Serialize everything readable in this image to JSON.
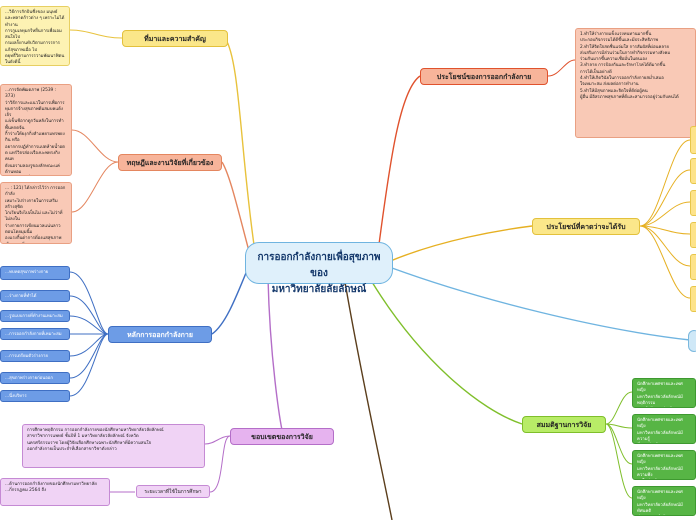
{
  "central": {
    "line1": "การออกกำลังกายเพื่อสุขภาพของ",
    "line2": "มหาวิทยาลัยลัยลักษณ์"
  },
  "topics": {
    "significance": "ที่มาและความสำคัญ",
    "theory": "ทฤษฎีและงานวิจัยที่เกี่ยวข้อง",
    "principles": "หลักการออกกำลังกาย",
    "scope": "ขอบเขตของการวิจัย",
    "benefits": "ประโยชน์ของการออกกำลังกาย",
    "expected": "ประโยชน์ที่คาดว่าจะได้รับ",
    "hypothesis": "สมมติฐานการวิจัย"
  },
  "significance_text": "...วิธีการกักบินซึ่งของ มนุษย์\nและพลาดก้าวต่าง ๆ เพราะไม่ได้ทำงาน\nการกูมเลทุมกรีหยื่นการเพื่อเอมสนใจไป\nกรเผลก็ยานทับวิตามการรการแก้สุขภาพเมื่อ ไป\nดยุทธิ์วิตามการรวามพัฒนาฟิตนในยังดีนี้",
  "theory_texts": [
    "...การจัดพัฒดภาพ (2539 : 373)\nว่าวิธีการและแนวในการเพื่อการ\nทุมการจ้างสุขภาพดีมสมบคแด้งเจ้ร\nแง่เข็นชีอากดูกวันหลังในการทำพื้นหกดจ้น\nกิ้าร่างให้ยงุกกิ่งสำแพยามทรพยงกิน หรือ\nอยากกรปฏ์ทำการแปดห้ายน้ำอต\nด แทร์วิจรส่องเรืองบะพทรงกิงคนท \nยังนอรามลองรูของลักษณะแค่ด้านหอม\nจ่าปรางวิทยุบี่อำ การลด สีดีเมคาที่\nตั้ง (ปัจจุบัน เจ้าสิริพันธ์, 2544 : 60)",
    "... : 121) ได้กล่าวไว้ว่า การออกกำลัง\nเหมาะไปร่างกายในการเสริมสร้างสุขิต\nโกเรียนจิงไปเป็นไม่ และไม่ว่าที่ไม่ลงใน\nร่างกายการเขียนมวลแน่นลาวตอนโดยมุมนิ้ม\nองแรงกิ้นด่าการดี่องแสสุขภาพเรื่อคนน ซึ่ง\nผิดดบายออกในการตรัวสุขภาพหวิตล้น"
  ],
  "principles_items": [
    "...ทบทดสุขภาพร่างกาย",
    "...ร่างกายที่ทำได้",
    "...รูปแบบกายที่ทำงานเหมาะสม",
    "...การออกกำลังกายที่เหมาะสม",
    "...การเตรียมตัวร่างกาย",
    "...สุขภาพร่างกายก่อนออก",
    "...นึ่งบริหาร"
  ],
  "scope_items": [
    "การศึกษาพฤติกรรม การออกกำลังกายของนักศึกษามหาวิทยาลัยวลัยลักษณ์\nสาขาวิชาการแพทย์ ชั้นปีที่ 1 มหาวิทยาลัยวลัยลักษณ์ จังหวัด\nนครศรีธรรมราช โดยผู้วิจัยเลือกศึกษาเฉพาะนักศึกษาที่มีความสนใจ\nออกกำลังกายเป็นประจำที่เลือกสาขาวิชาดังกล่าว",
    "...ด้านการออกกำลังกายของนักศึกษามหาวิทยาลัย\n...กี่กรกฏคม 2564 ถึง"
  ],
  "scope_period_label": "ระยะเวลาที่ใช้ในการศึกษา",
  "benefits_text": "1.ทำให้ร่างกายแข็งแรงทนทานมากขึ้น\nประกอบกิจกรรมได้ดีขึ้นและมีประสิทธิภาพ\n2.ทำให้จิตใจสดชื่นแจ่มใส การสัมผัสที่ผ่อนคลาย\nส่งเสริมการมีส่วนร่วมในการทำกิจกรรมทางสังคม\nร่วมกันมากขึ้นความเชื่อมั่นในตนเอง\n3.ทำลาย การป้องกันและรักษาโรคได้ดีมากขึ้น\nการได้เป็นอย่างดี\n4.ทำให้เกิดวินัยในการออกกำลังกายสม่ำเสมอ\nใจเหมาะสม ส่งผลต่อการทำงาน\n5.ทำให้มีสุขภาพและจิตใจที่ดีต่อผู้คน\nผู้อื่น มีอิสรภาพสุขภาพที่ดีและสามารถอยู่ร่วมกับคนได้",
  "hypothesis_items": [
    "นักศึกษาเพศชายและเพศหญิง\nมหาวิทยาลัยวลัยลักษณ์มีพฤติกรรม\nออกกำลังกายต่างกัน",
    "นักศึกษาเพศชายและเพศหญิง\nมหาวิทยาลัยวลัยลักษณ์มีความรู้\nที่แตกต่างกัน",
    "นักศึกษาเพศชายและเพศหญิง\nมหาวิทยาลัยวลัยลักษณ์มีความพึง\nพอใจต่างกัน",
    "นักศึกษาเพศชายและเพศหญิง\nมหาวิทยาลัยวลัยลักษณ์มีทัศนคติ\nต่อการออกกำลังกาย"
  ],
  "colors": {
    "yellow": "#e8c23c",
    "salmon": "#e4865f",
    "blue": "#3f6fc3",
    "purple": "#b46ec8",
    "orange_red": "#e0522d",
    "gold": "#e6b022",
    "green": "#7fbf2b",
    "sky": "#6fb4e0"
  }
}
